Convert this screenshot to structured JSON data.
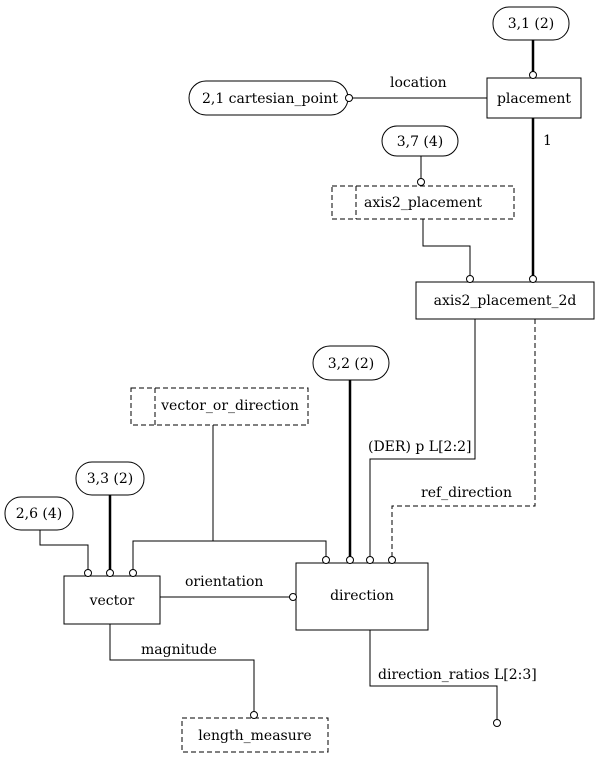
{
  "entities": {
    "placement": "placement",
    "axis2_placement_2d": "axis2_placement_2d",
    "direction": "direction",
    "vector": "vector"
  },
  "types": {
    "axis2_placement": "axis2_placement",
    "vector_or_direction": "vector_or_direction",
    "length_measure": "length_measure"
  },
  "page_refs": {
    "p31": "3,1 (2)",
    "cartesian_point": "2,1 cartesian_point",
    "p37": "3,7 (4)",
    "p32": "3,2 (2)",
    "p33": "3,3 (2)",
    "p26": "2,6 (4)"
  },
  "relations": {
    "location": "location",
    "one": "1",
    "der": "(DER) p L[2:2]",
    "ref_direction": "ref_direction",
    "orientation": "orientation",
    "magnitude": "magnitude",
    "direction_ratios": "direction_ratios L[2:3]"
  }
}
